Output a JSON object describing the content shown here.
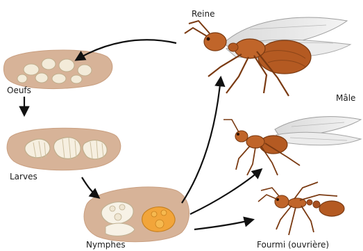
{
  "stages": {
    "queen": "Reine",
    "male": "Mâle",
    "eggs": "Oeufs",
    "larvae": "Larves",
    "pupae": "Nymphes",
    "worker": "Fourmi (ouvrière)"
  },
  "colors": {
    "dish": "#d7b398",
    "dish_edge": "#c99f80",
    "ant_body": "#b45a22",
    "ant_dark": "#7a3a12",
    "wing": "#e6e6e6",
    "arrow": "#111111"
  },
  "icons": [
    "queen-ant-icon",
    "male-ant-icon",
    "worker-ant-icon",
    "eggs-icon",
    "larvae-icon",
    "pupae-icon"
  ]
}
